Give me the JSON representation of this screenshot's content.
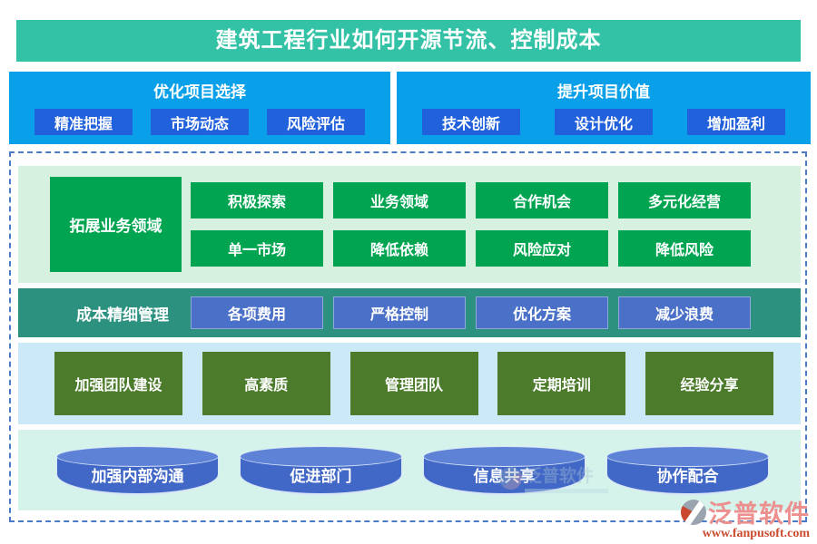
{
  "banner": {
    "title": "建筑工程行业如何开源节流、控制成本"
  },
  "panel_left": {
    "title": "优化项目选择",
    "items": [
      "精准把握",
      "市场动态",
      "风险评估"
    ]
  },
  "panel_right": {
    "title": "提升项目价值",
    "items": [
      "技术创新",
      "设计优化",
      "增加盈利"
    ]
  },
  "section_expand": {
    "label": "拓展业务领域",
    "row1": [
      "积极探索",
      "业务领域",
      "合作机会",
      "多元化经营"
    ],
    "row2": [
      "单一市场",
      "降低依赖",
      "风险应对",
      "降低风险"
    ]
  },
  "section_cost": {
    "label": "成本精细管理",
    "items": [
      "各项费用",
      "严格控制",
      "优化方案",
      "减少浪费"
    ]
  },
  "section_team": {
    "label": "加强团队建设",
    "items": [
      "高素质",
      "管理团队",
      "定期培训",
      "经验分享"
    ]
  },
  "section_comm": {
    "items": [
      "加强内部沟通",
      "促进部门",
      "信息共享",
      "协作配合"
    ]
  },
  "watermark": {
    "text": "泛普软件"
  },
  "logo": {
    "name": "泛普软件",
    "url": "www.fanpusoft.com"
  },
  "colors": {
    "banner_bg": "#33C2A6",
    "panel_bg": "#0AA0E9",
    "panel_button_bg": "#2161DB",
    "mint_bg": "#D6F1E0",
    "green_button": "#01A551",
    "cost_band_bg": "#2D9180",
    "cost_button": "#4A70C8",
    "team_band_bg": "#CBE9F7",
    "team_button": "#4C7B2B",
    "comm_band_bg": "#D5F3EB",
    "cylinder_body": "#4168C6",
    "cylinder_top": "#5E82D6",
    "dashed_border": "#4A7BC8",
    "logo_text": "#EC8F8F",
    "logo_url_text": "#CC4B2E"
  }
}
